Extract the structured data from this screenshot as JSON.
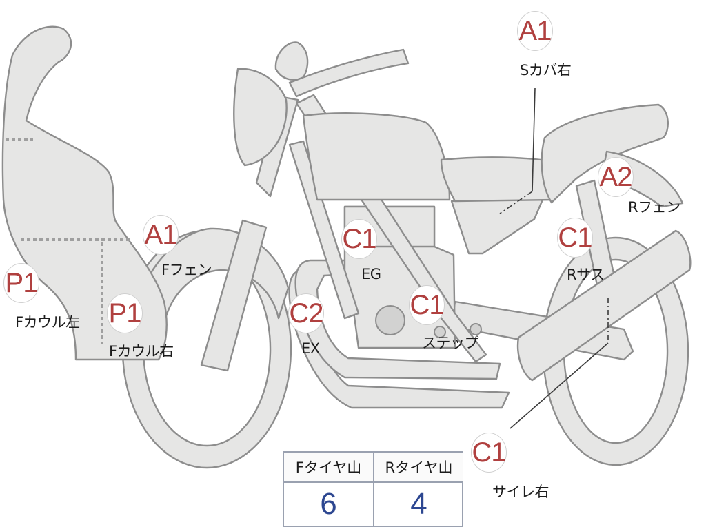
{
  "badges": {
    "s_cover_right": {
      "code": "A1",
      "label": "Sカバ右"
    },
    "rear_fender": {
      "code": "A2",
      "label": "Rフェン"
    },
    "front_fender": {
      "code": "A1",
      "label": "Fフェン"
    },
    "engine": {
      "code": "C1",
      "label": "EG"
    },
    "rear_suspension": {
      "code": "C1",
      "label": "Rサス"
    },
    "front_cowl_left": {
      "code": "P1",
      "label": "Fカウル左"
    },
    "front_cowl_right": {
      "code": "P1",
      "label": "Fカウル右"
    },
    "exhaust": {
      "code": "C2",
      "label": "EX"
    },
    "step": {
      "code": "C1",
      "label": "ステップ"
    },
    "silencer_right": {
      "code": "C1",
      "label": "サイレ右"
    }
  },
  "tire_table": {
    "front_header": "Fタイヤ山",
    "rear_header": "Rタイヤ山",
    "front_value": "6",
    "rear_value": "4"
  },
  "colors": {
    "badge_code": "#b0403f",
    "tire_value": "#2d4791",
    "part_fill": "#e6e6e5",
    "part_stroke": "#8d8d8d"
  }
}
